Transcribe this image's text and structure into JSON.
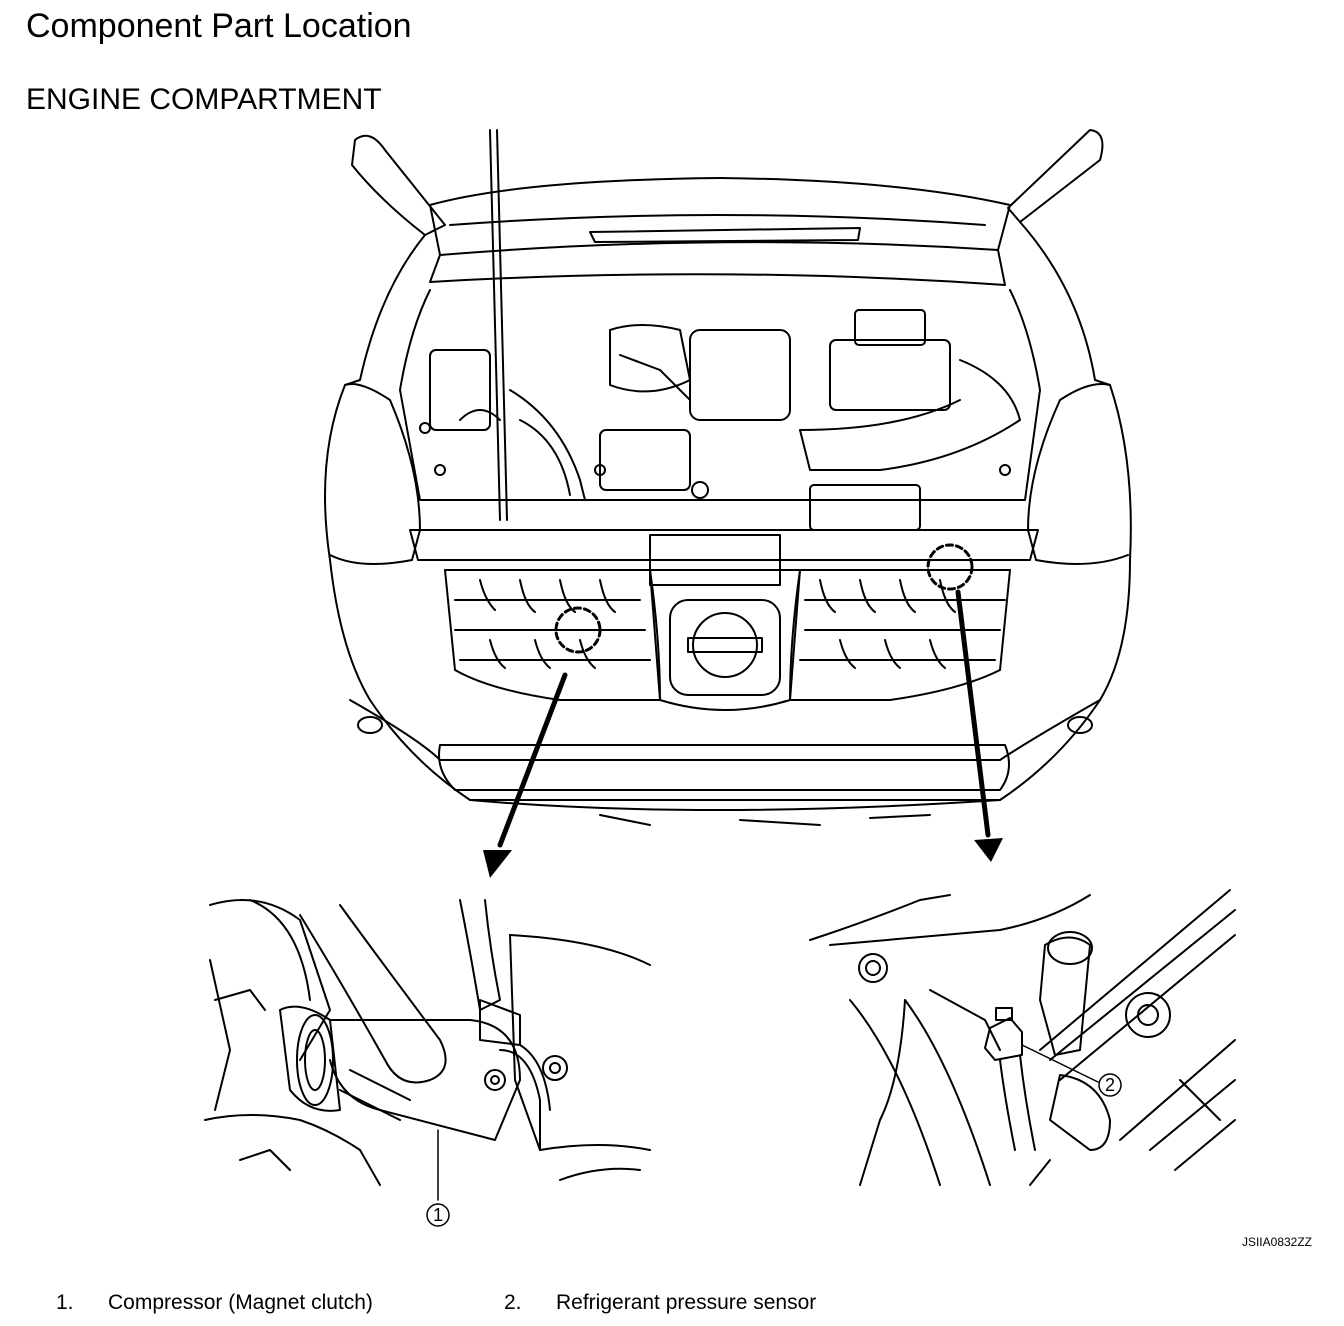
{
  "header": {
    "title": "Component Part Location",
    "section": "ENGINE COMPARTMENT"
  },
  "callouts": {
    "c1": "1",
    "c2": "2"
  },
  "figure_id": "JSIIA0832ZZ",
  "legend": [
    {
      "num": "1.",
      "label": "Compressor (Magnet clutch)"
    },
    {
      "num": "2.",
      "label": "Refrigerant pressure sensor"
    }
  ]
}
